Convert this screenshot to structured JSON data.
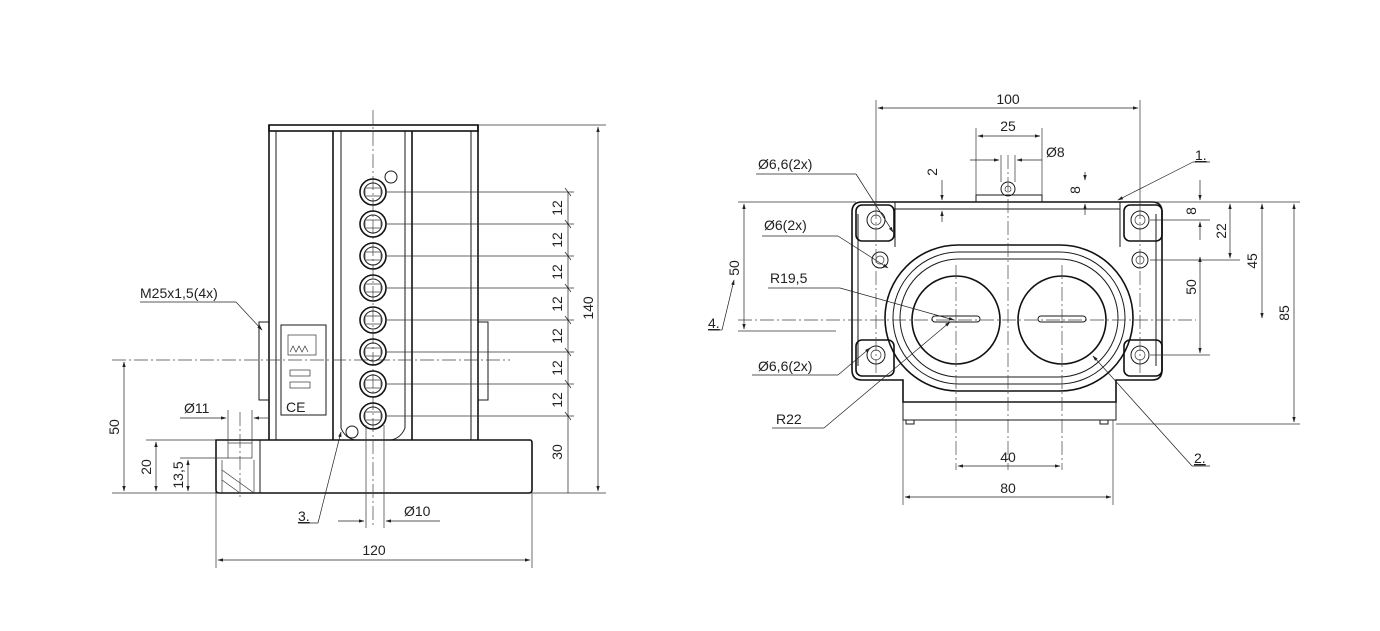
{
  "side_view": {
    "dimensions": {
      "overall_height": "140",
      "pitch": "12",
      "base_to_first": "30",
      "width": "120",
      "height_50": "50",
      "height_20": "20",
      "height_13_5": "13,5",
      "hole_dia": "Ø11",
      "button_dia": "Ø10",
      "thread": "M25x1,5(4x)"
    },
    "callouts": {
      "item3": "3."
    }
  },
  "top_view": {
    "dimensions": {
      "width_100": "100",
      "width_25": "25",
      "dia_8": "Ø8",
      "dim_2": "2",
      "dim_8_top": "8",
      "dim_8_right": "8",
      "dim_22": "22",
      "dim_45": "45",
      "dim_50_right": "50",
      "dim_85": "85",
      "dim_50_left": "50",
      "hole_66_top": "Ø6,6(2x)",
      "hole_6": "Ø6(2x)",
      "radius_19_5": "R19,5",
      "hole_66_bottom": "Ø6,6(2x)",
      "radius_22": "R22",
      "width_40": "40",
      "width_80": "80"
    },
    "callouts": {
      "item1": "1.",
      "item2": "2.",
      "item4": "4."
    }
  }
}
